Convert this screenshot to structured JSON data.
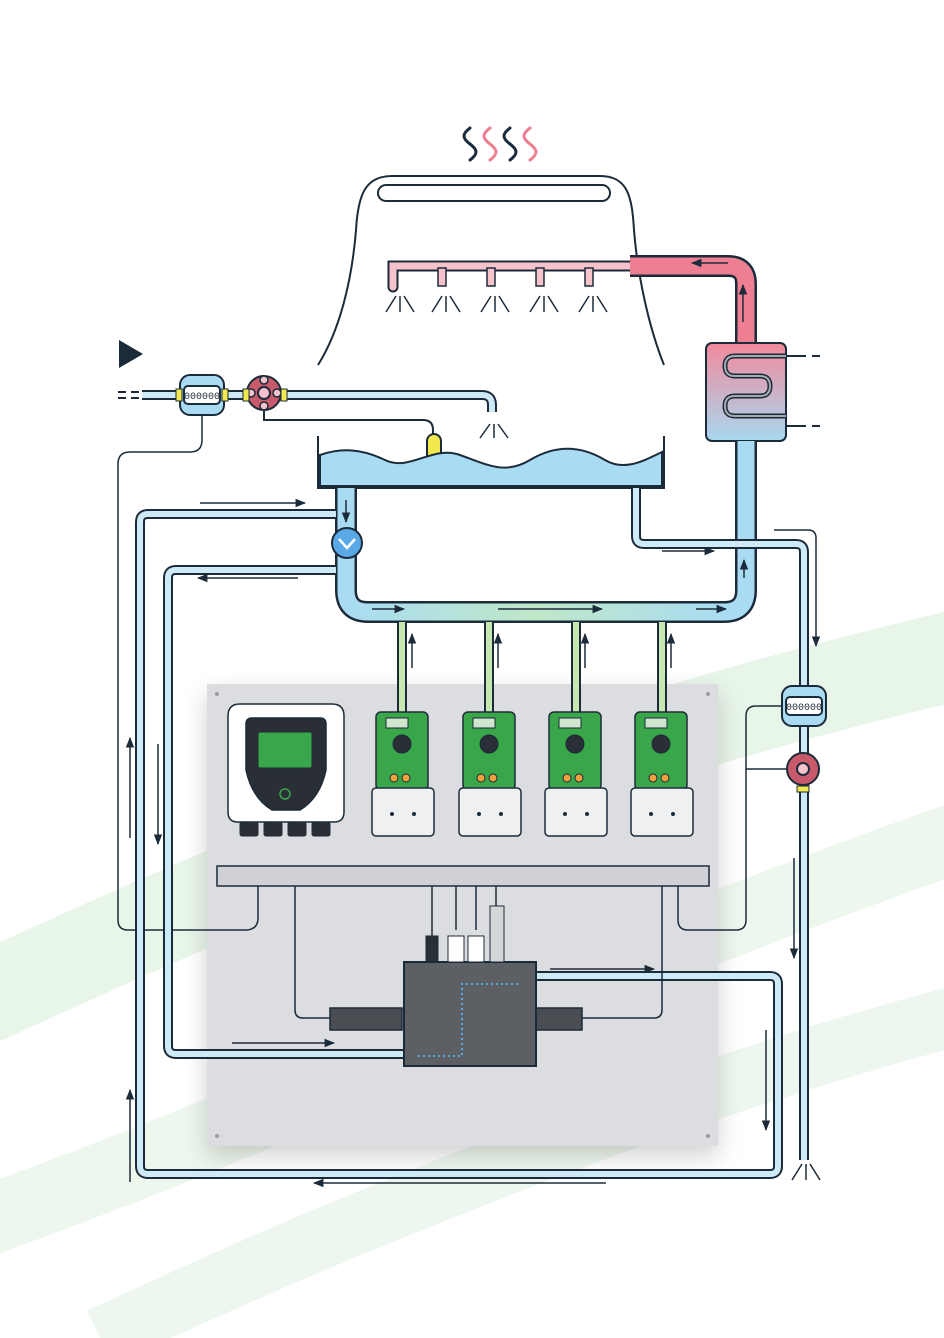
{
  "diagram": {
    "kind": "cooling-tower water treatment schematic",
    "labels": [],
    "components": {
      "cooling_tower": {
        "spray_nozzles": 5,
        "has_heat_vapor": true
      },
      "heat_exchanger": {
        "coil_turns": 4
      },
      "makeup_water_line": {
        "flow_meter": true,
        "valve": true,
        "float_valve": true
      },
      "basin": {
        "water_present": true
      },
      "circulation_pump": true,
      "dosing_pumps": {
        "count": 4
      },
      "controller": {
        "count": 1
      },
      "sensor_manifold": {
        "probes": 4
      },
      "blowdown_line": {
        "flow_meter": true,
        "valve": true
      }
    },
    "colors": {
      "outline": "#1c2b3a",
      "cold_water": "#a9dcf2",
      "hot_water": "#ee7f92",
      "chemical_line": "#c6e8b0",
      "panel": "#dcdde0",
      "pump_green": "#3aa64a",
      "background_swoosh": "#e8f5e9",
      "sensor_yellow": "#f2e94e",
      "valve_red": "#c95a6c",
      "arrow": "#1c2b3a"
    }
  }
}
